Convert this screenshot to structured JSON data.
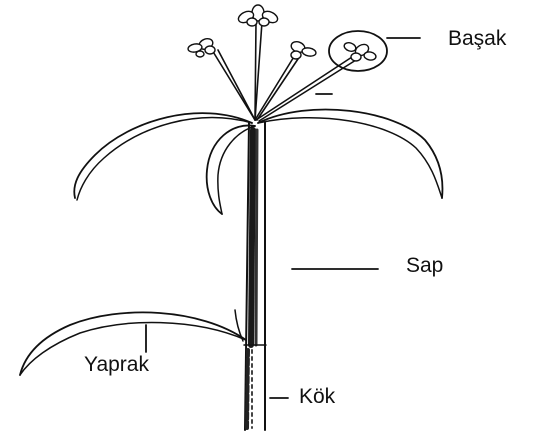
{
  "diagram": {
    "labels": {
      "spike": "Başak",
      "stem": "Sap",
      "leaf": "Yaprak",
      "root": "Kök"
    }
  }
}
